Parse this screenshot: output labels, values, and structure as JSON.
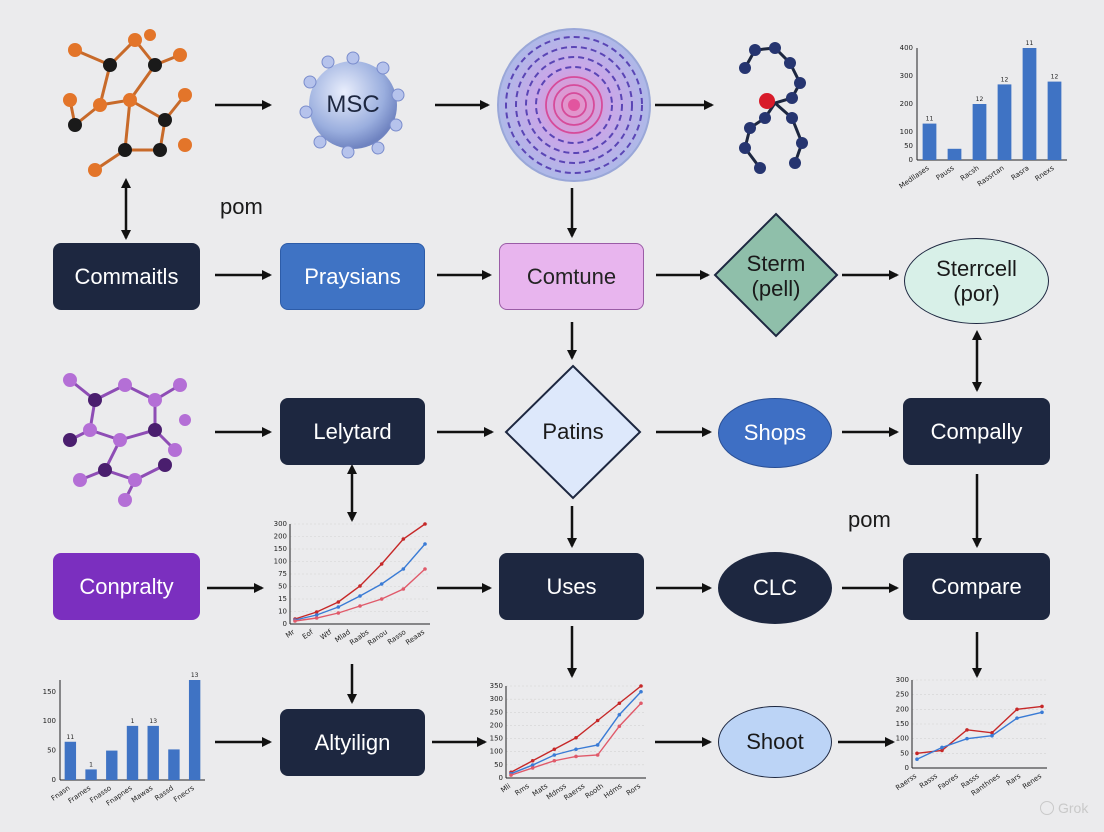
{
  "nodes": {
    "msc": "MSC",
    "commaitis": "Commaitls",
    "praysians": "Praysians",
    "comtune": "Comtune",
    "sterm_pell": "Sterm\n(pell)",
    "sterrcell_por": "Sterrcell\n(por)",
    "lelytard": "Lelytard",
    "patins": "Patins",
    "shops": "Shops",
    "compally": "Compally",
    "conpralty": "Conpralty",
    "uses": "Uses",
    "clc": "CLC",
    "compare": "Compare",
    "altyilign": "Altyilign",
    "shoot": "Shoot"
  },
  "labels": {
    "pom_top": "pom",
    "pom_right": "pom"
  },
  "colors": {
    "dark_node": "#1d2740",
    "blue_node": "#3f73c4",
    "pink_node": "#e8b5ee",
    "mint_node": "#8fbfaa",
    "light_diamond": "#dde8fb",
    "purple_node": "#7b2fbf",
    "bar_blue": "#3f73c4",
    "line_red": "#c62828",
    "line_blue": "#3a7bd5"
  },
  "chart_data": [
    {
      "type": "bar",
      "ylim": [
        0,
        400
      ],
      "yticks": [
        0,
        50,
        100,
        200,
        300,
        400
      ],
      "categories": [
        "Medllases",
        "Pauss",
        "Racsh",
        "Rassrtan",
        "Rasra",
        "Rnexs"
      ],
      "values": [
        130,
        40,
        200,
        270,
        400,
        280
      ],
      "data_labels": [
        "11",
        "",
        "12",
        "12",
        "11",
        "12"
      ]
    },
    {
      "type": "line",
      "ylim": [
        0,
        100
      ],
      "yticks": [
        0,
        10,
        15,
        50,
        75,
        100,
        150,
        200,
        300
      ],
      "categories": [
        "Mr",
        "Eof",
        "Wtf",
        "Mlad",
        "Raabs",
        "Ranou",
        "Rasso",
        "Reaas"
      ],
      "series": [
        {
          "values": [
            5,
            12,
            22,
            38,
            60,
            85,
            100
          ]
        },
        {
          "values": [
            4,
            9,
            17,
            28,
            40,
            55,
            80
          ]
        },
        {
          "values": [
            3,
            6,
            11,
            18,
            25,
            35,
            55
          ]
        }
      ]
    },
    {
      "type": "bar",
      "ylim": [
        0,
        150
      ],
      "yticks": [
        0,
        50,
        100,
        150,
        150
      ],
      "categories": [
        "Fnasn",
        "Frames",
        "Fnasso",
        "Fnapnes",
        "Mawas",
        "Rassd",
        "Fnecrs"
      ],
      "values": [
        65,
        18,
        50,
        92,
        92,
        52,
        170
      ],
      "data_labels": [
        "11",
        "1",
        "",
        "1",
        "13",
        "",
        "13"
      ]
    },
    {
      "type": "line",
      "ylim": [
        0,
        300
      ],
      "yticks": [
        0,
        50,
        100,
        150,
        200,
        250,
        300,
        350
      ],
      "categories": [
        "Mli",
        "Rms",
        "Mats",
        "Mdnss",
        "Raerss",
        "Rooth",
        "Hdms",
        "Rors"
      ],
      "series": [
        {
          "values": [
            20,
            60,
            100,
            140,
            200,
            260,
            320
          ]
        },
        {
          "values": [
            15,
            45,
            80,
            100,
            115,
            220,
            300
          ]
        },
        {
          "values": [
            10,
            35,
            60,
            75,
            80,
            180,
            260
          ]
        }
      ]
    },
    {
      "type": "line",
      "ylim": [
        0,
        300
      ],
      "yticks": [
        0,
        50,
        100,
        150,
        200,
        250,
        300
      ],
      "categories": [
        "Raerss",
        "Rasss",
        "Faores",
        "Rasss",
        "Ranthnes",
        "Rars",
        "Renes"
      ],
      "series": [
        {
          "values": [
            50,
            60,
            130,
            120,
            200,
            210
          ]
        },
        {
          "values": [
            30,
            70,
            100,
            110,
            170,
            190
          ]
        }
      ]
    }
  ],
  "watermark": "Grok"
}
